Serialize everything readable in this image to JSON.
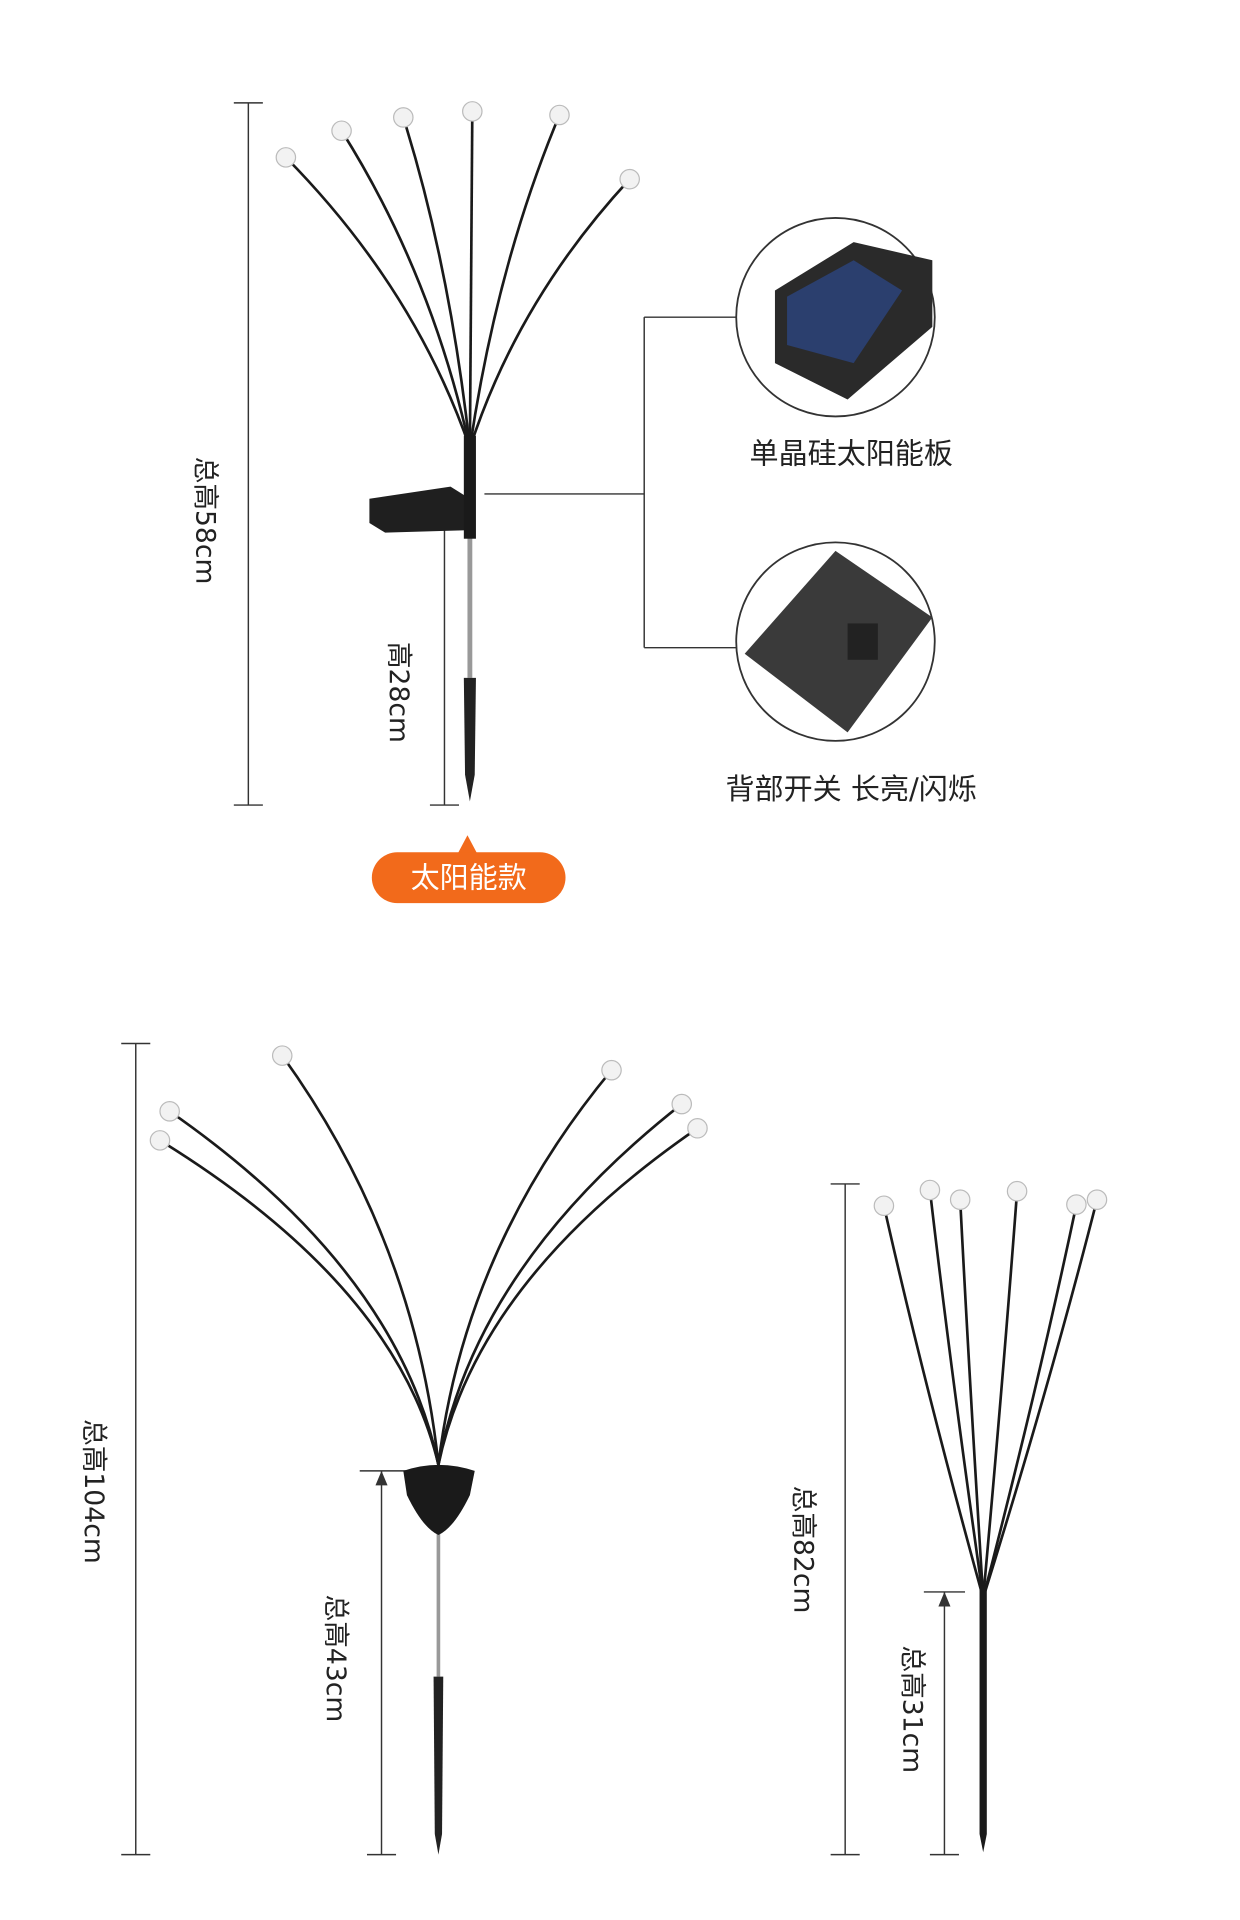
{
  "solar_model": {
    "total_height_label": "总高58cm",
    "stake_height_label": "高28cm",
    "panel_caption": "单晶硅太阳能板",
    "switch_caption": "背部开关 长亮/闪烁",
    "badge_label": "太阳能款",
    "badge_color": "#f26a1b"
  },
  "large_model": {
    "total_height_label": "总高104cm",
    "stake_height_label": "总高43cm"
  },
  "slim_model": {
    "total_height_label": "总高82cm",
    "stake_height_label": "总高31cm"
  }
}
